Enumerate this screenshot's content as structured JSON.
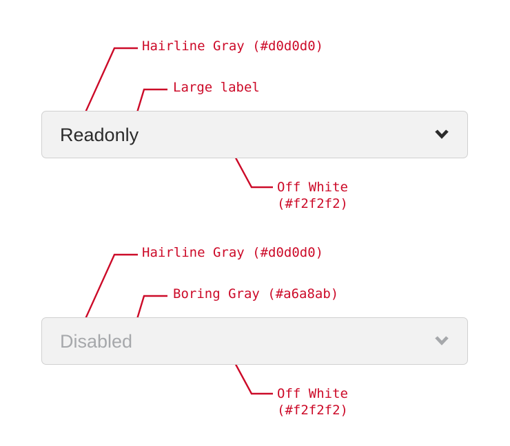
{
  "palette": {
    "hairline_gray": "#d0d0d0",
    "off_white": "#f2f2f2",
    "boring_gray": "#a6a8ab",
    "annotation_red": "#cc0a28",
    "label_dark": "#2b2b2b",
    "page_background": "#ffffff"
  },
  "groups": [
    {
      "id": "readonly",
      "select": {
        "value": "Readonly",
        "chevron_icon": "chevron-down-icon",
        "chevron_color": "#2b2b2b",
        "fill": "#f2f2f2",
        "border": "#d0d0d0"
      },
      "annotations": [
        {
          "id": "border",
          "lines": [
            "Hairline Gray (#d0d0d0)"
          ]
        },
        {
          "id": "label",
          "lines": [
            "Large label"
          ]
        },
        {
          "id": "fill",
          "lines": [
            "Off White",
            "(#f2f2f2)"
          ]
        }
      ]
    },
    {
      "id": "disabled",
      "select": {
        "value": "Disabled",
        "chevron_icon": "chevron-down-icon",
        "chevron_color": "#a6a8ab",
        "fill": "#f2f2f2",
        "border": "#d0d0d0"
      },
      "annotations": [
        {
          "id": "border",
          "lines": [
            "Hairline Gray (#d0d0d0)"
          ]
        },
        {
          "id": "label",
          "lines": [
            "Boring Gray (#a6a8ab)"
          ]
        },
        {
          "id": "fill",
          "lines": [
            "Off White",
            "(#f2f2f2)"
          ]
        }
      ]
    }
  ],
  "annotation_text": {
    "r_border": "Hairline Gray (#d0d0d0)",
    "r_label": "Large label",
    "r_fill_line1": "Off White",
    "r_fill_line2": "(#f2f2f2)",
    "d_border": "Hairline Gray (#d0d0d0)",
    "d_label": "Boring Gray (#a6a8ab)",
    "d_fill_line1": "Off White",
    "d_fill_line2": "(#f2f2f2)"
  },
  "selects": {
    "readonly_value": "Readonly",
    "disabled_value": "Disabled"
  }
}
